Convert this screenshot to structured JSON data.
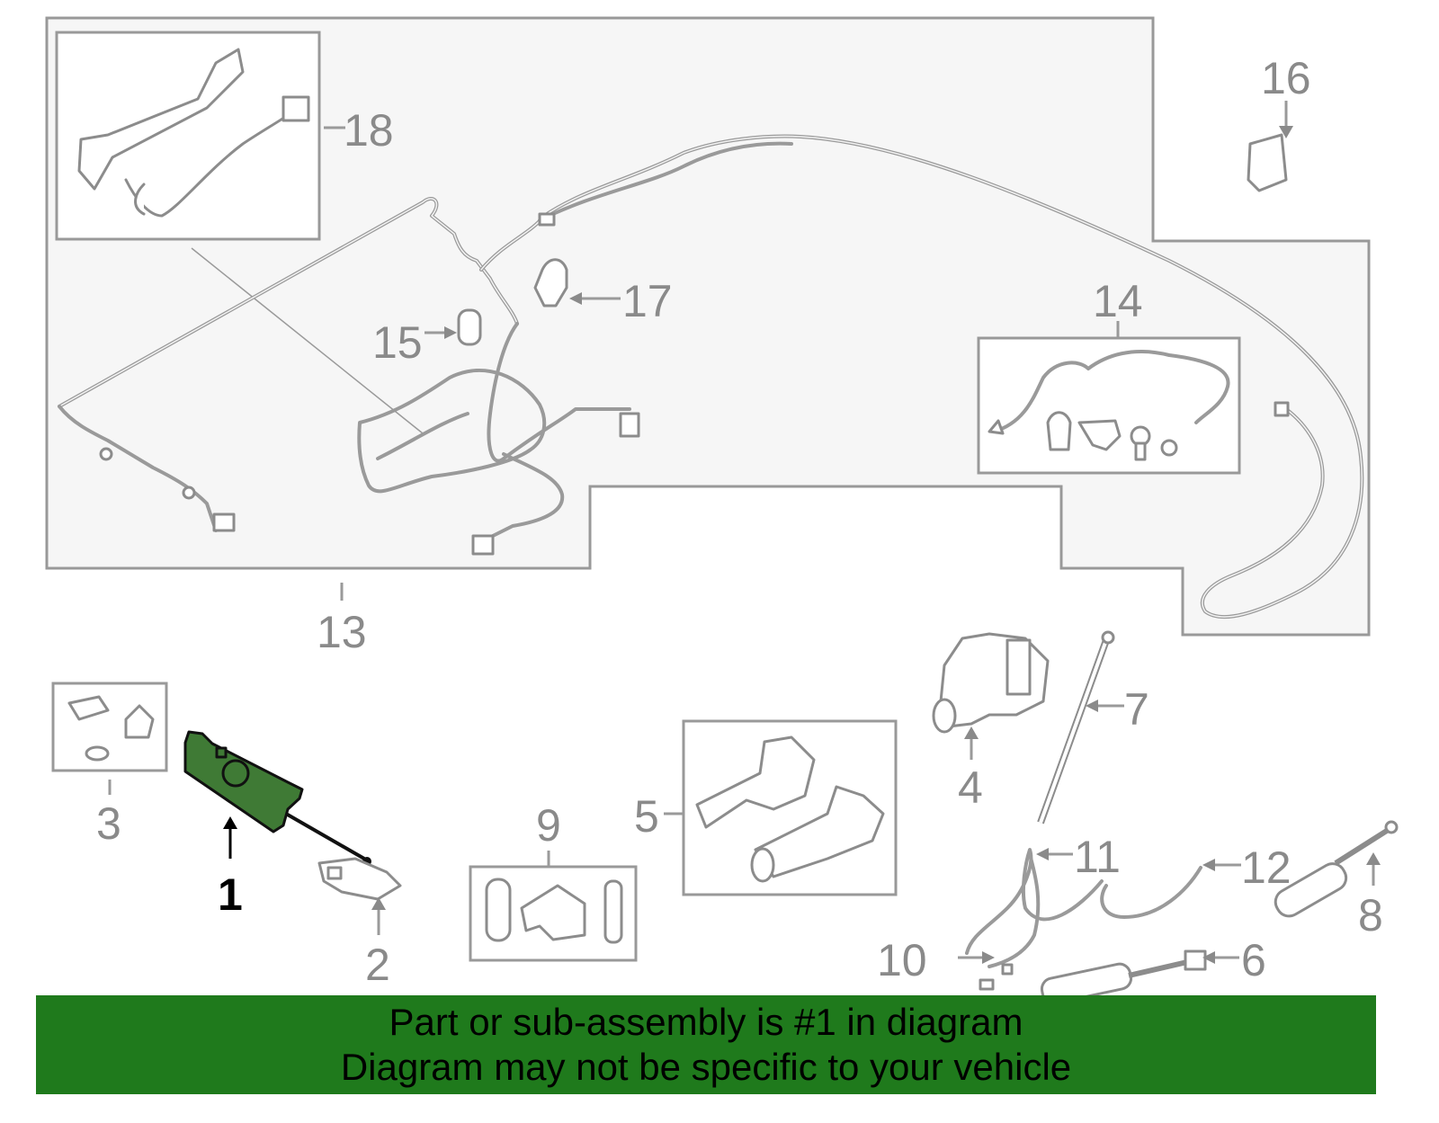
{
  "callouts": {
    "c1": "1",
    "c2": "2",
    "c3": "3",
    "c4": "4",
    "c5": "5",
    "c6": "6",
    "c7": "7",
    "c8": "8",
    "c9": "9",
    "c10": "10",
    "c11": "11",
    "c12": "12",
    "c13": "13",
    "c14": "14",
    "c15": "15",
    "c16": "16",
    "c17": "17",
    "c18": "18"
  },
  "highlighted_part": "1",
  "colors": {
    "highlight_fill": "#3f7a35",
    "banner": "#1f7a1c",
    "line_gray": "#999999",
    "panel": "#f6f6f6"
  },
  "footer": {
    "line1": "Part or sub-assembly is #1 in diagram",
    "line2": "Diagram may not be specific to your vehicle"
  }
}
